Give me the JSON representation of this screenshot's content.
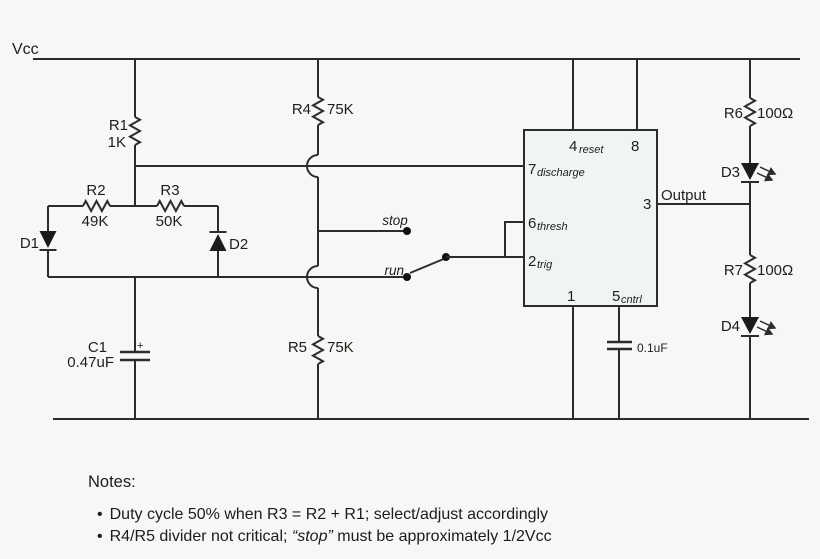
{
  "schematic": {
    "vcc_label": "Vcc",
    "resistors": {
      "r1": {
        "ref": "R1",
        "value": "1K"
      },
      "r2": {
        "ref": "R2",
        "value": "49K"
      },
      "r3": {
        "ref": "R3",
        "value": "50K"
      },
      "r4": {
        "ref": "R4",
        "value": "75K"
      },
      "r5": {
        "ref": "R5",
        "value": "75K"
      },
      "r6": {
        "ref": "R6",
        "value": "100Ω"
      },
      "r7": {
        "ref": "R7",
        "value": "100Ω"
      }
    },
    "diodes": {
      "d1": {
        "ref": "D1"
      },
      "d2": {
        "ref": "D2"
      },
      "d3": {
        "ref": "D3"
      },
      "d4": {
        "ref": "D4"
      }
    },
    "capacitors": {
      "c1": {
        "ref": "C1",
        "value": "0.47uF",
        "polarity_mark": "+"
      },
      "c2": {
        "value": "0.1uF"
      }
    },
    "switch": {
      "stop_label": "stop",
      "run_label": "run"
    },
    "ic555": {
      "pin4": {
        "num": "4",
        "name": "reset"
      },
      "pin8": {
        "num": "8"
      },
      "pin7": {
        "num": "7",
        "name": "discharge"
      },
      "pin6": {
        "num": "6",
        "name": "thresh"
      },
      "pin2": {
        "num": "2",
        "name": "trig"
      },
      "pin3": {
        "num": "3"
      },
      "pin1": {
        "num": "1"
      },
      "pin5": {
        "num": "5",
        "name": "cntrl"
      }
    },
    "output_label": "Output"
  },
  "notes": {
    "heading": "Notes:",
    "bullet1": "Duty cycle 50% when R3 = R2 + R1; select/adjust accordingly",
    "bullet2_pre": "R4/R5 divider not critical; ",
    "bullet2_italic": "“stop”",
    "bullet2_post": " must be approximately 1/2Vcc"
  },
  "colors": {
    "background": "#f7f7f5",
    "wire": "#2c2c2c",
    "text": "#1e1e1e",
    "ic_fill": "#f0f5f4"
  }
}
